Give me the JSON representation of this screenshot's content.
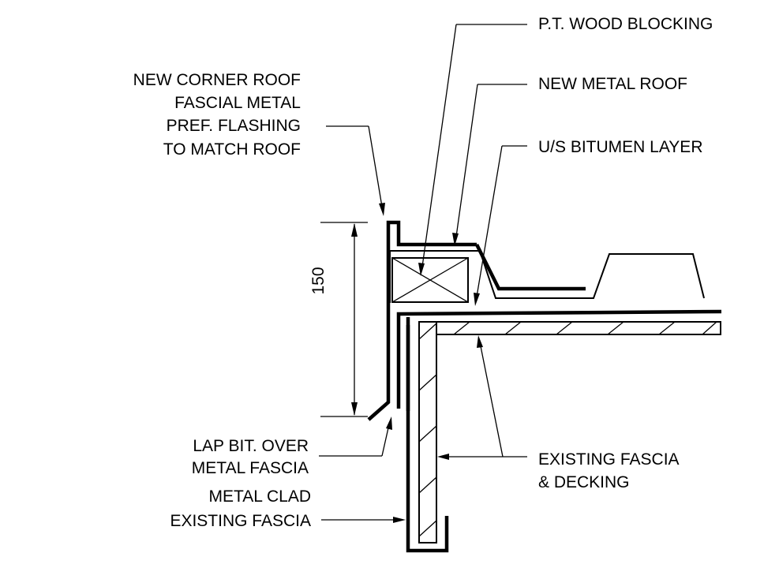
{
  "labels": {
    "pt_wood_blocking": "P.T. WOOD BLOCKING",
    "new_metal_roof": "NEW METAL ROOF",
    "us_bitumen_layer": "U/S BITUMEN LAYER",
    "corner_flashing": [
      "NEW CORNER ROOF",
      "FASCIAL METAL",
      "PREF. FLASHING",
      "TO MATCH ROOF"
    ],
    "lap_bit": [
      "LAP BIT. OVER",
      "METAL FASCIA"
    ],
    "metal_clad": [
      "METAL CLAD",
      "EXISTING FASCIA"
    ],
    "existing_fascia": [
      "EXISTING FASCIA",
      "& DECKING"
    ]
  },
  "dimension": {
    "value": "150"
  }
}
